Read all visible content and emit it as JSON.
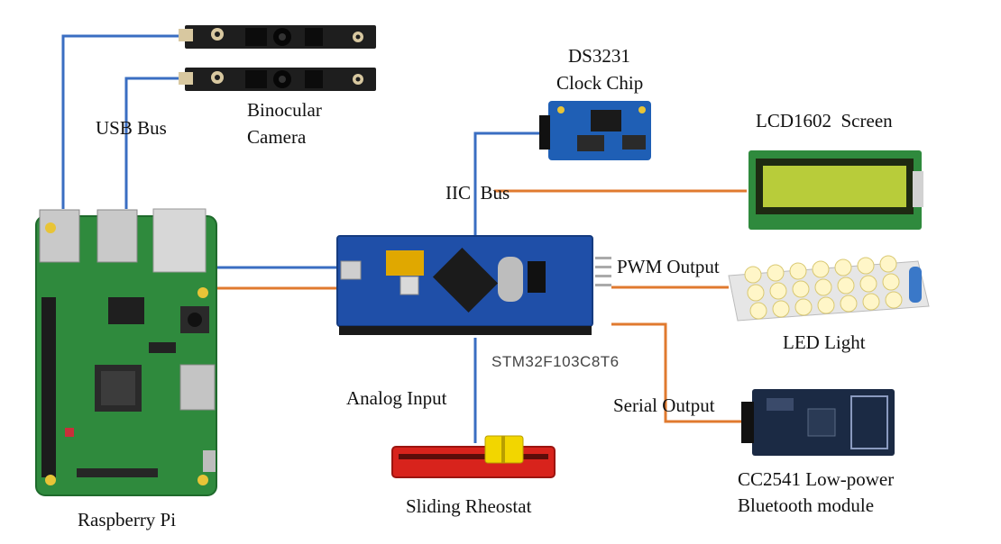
{
  "labels": {
    "usb_bus": "USB Bus",
    "camera": [
      "Binocular",
      "Camera"
    ],
    "clock_chip": [
      "DS3231",
      "Clock Chip"
    ],
    "lcd": "LCD1602  Screen",
    "iic_bus": "IIC  Bus",
    "pwm_output": "PWM Output",
    "led_light": "LED Light",
    "mcu_name": "STM32F103C8T6",
    "analog_input": "Analog Input",
    "serial_output": "Serial Output",
    "bluetooth": [
      "CC2541 Low-power",
      "Bluetooth module"
    ],
    "rheostat": "Sliding Rheostat",
    "raspberry_pi": "Raspberry Pi"
  },
  "colors": {
    "usb_line": "#3a6ec2",
    "orange_line": "#e07a2f",
    "pi_board": "#2f8a3d",
    "mcu_board": "#1f4fa8",
    "lcd_screen": "#b8cc3a",
    "rheostat_body": "#d8231c",
    "rheostat_knob": "#f2d600",
    "bt_board": "#1b2a44",
    "clock_board": "#1f5fb5"
  }
}
